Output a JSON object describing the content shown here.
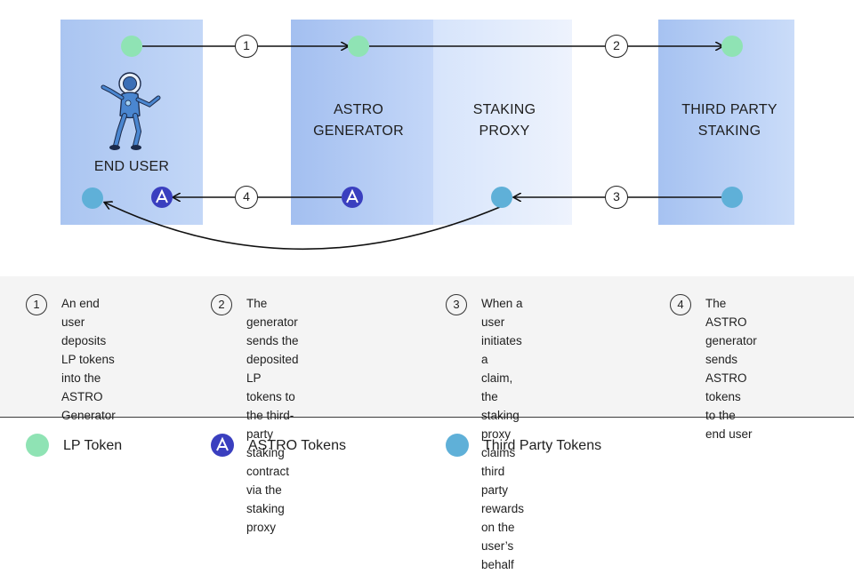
{
  "colors": {
    "lp_token": "#8fe3b4",
    "astro_token": "#3a3fbf",
    "third_party_token": "#5fb0d8",
    "box_blue": "#a9c4f0",
    "box_light": "#dbe7fb"
  },
  "boxes": {
    "end_user": "END USER",
    "astro_generator": "ASTRO\nGENERATOR",
    "staking_proxy": "STAKING\nPROXY",
    "third_party_staking": "THIRD PARTY\nSTAKING"
  },
  "flow_badges": [
    "1",
    "2",
    "3",
    "4"
  ],
  "steps": [
    {
      "num": "1",
      "text": "An end user deposits\nLP tokens into the\nASTRO Generator"
    },
    {
      "num": "2",
      "text": "The generator sends the\ndeposited LP tokens to\nthe third-party staking\ncontract via the staking\nproxy"
    },
    {
      "num": "3",
      "text": "When a user initiates a\nclaim, the staking proxy\nclaims third party rewards\non the user’s behalf"
    },
    {
      "num": "4",
      "text": "The ASTRO generator\nsends  ASTRO tokens\nto the end user"
    }
  ],
  "legend": [
    {
      "label": "LP Token",
      "icon": "lp-token-icon"
    },
    {
      "label": "ASTRO Tokens",
      "icon": "astro-token-icon"
    },
    {
      "label": "Third Party Tokens",
      "icon": "third-party-token-icon"
    }
  ]
}
